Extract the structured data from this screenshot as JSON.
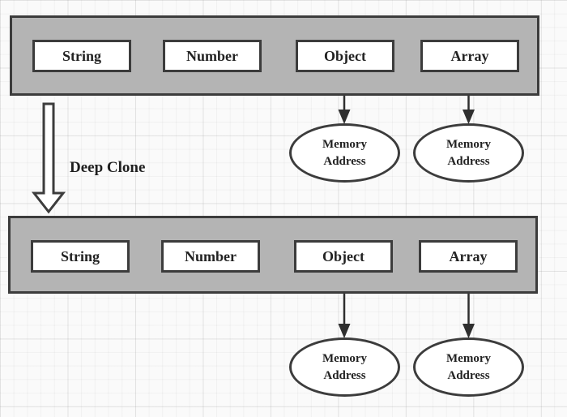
{
  "diagram": {
    "description": "Deep Clone memory diagram",
    "arrow_label": "Deep Clone",
    "original_bar": {
      "items": [
        {
          "label": "String"
        },
        {
          "label": "Number"
        },
        {
          "label": "Object"
        },
        {
          "label": "Array"
        }
      ]
    },
    "cloned_bar": {
      "items": [
        {
          "label": "String"
        },
        {
          "label": "Number"
        },
        {
          "label": "Object"
        },
        {
          "label": "Array"
        }
      ]
    },
    "memory_node": {
      "line1": "Memory",
      "line2": "Address"
    },
    "colors": {
      "bar_fill": "#b4b4b4",
      "stroke": "#3c3c3c",
      "node_fill": "#ffffff",
      "text": "#222222",
      "background": "#fafafa",
      "grid_line": "#ededed"
    }
  }
}
